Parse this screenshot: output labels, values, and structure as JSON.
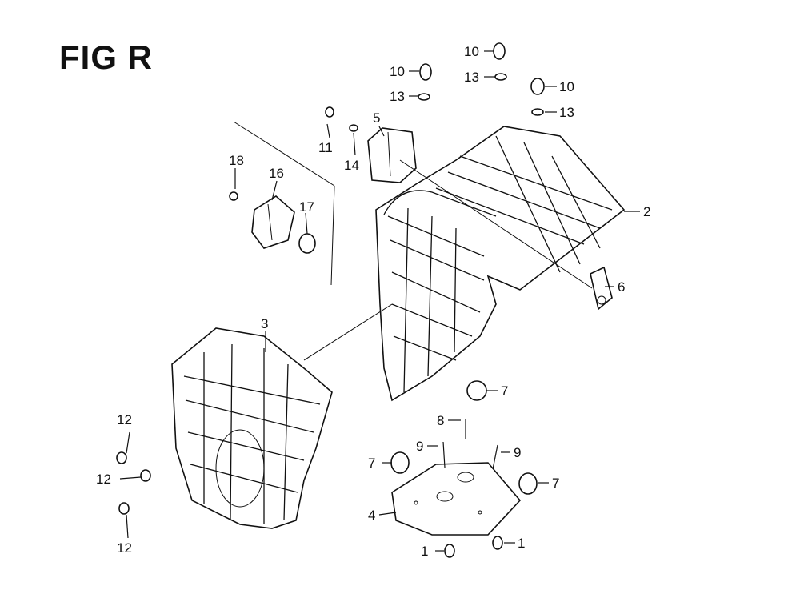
{
  "figure": {
    "title": "FIG R"
  },
  "callouts": [
    {
      "n": "1"
    },
    {
      "n": "1"
    },
    {
      "n": "2"
    },
    {
      "n": "3"
    },
    {
      "n": "4"
    },
    {
      "n": "5"
    },
    {
      "n": "6"
    },
    {
      "n": "7"
    },
    {
      "n": "7"
    },
    {
      "n": "7"
    },
    {
      "n": "8"
    },
    {
      "n": "9"
    },
    {
      "n": "9"
    },
    {
      "n": "10"
    },
    {
      "n": "10"
    },
    {
      "n": "10"
    },
    {
      "n": "11"
    },
    {
      "n": "12"
    },
    {
      "n": "12"
    },
    {
      "n": "12"
    },
    {
      "n": "13"
    },
    {
      "n": "13"
    },
    {
      "n": "13"
    },
    {
      "n": "14"
    },
    {
      "n": "16"
    },
    {
      "n": "17"
    },
    {
      "n": "18"
    }
  ]
}
